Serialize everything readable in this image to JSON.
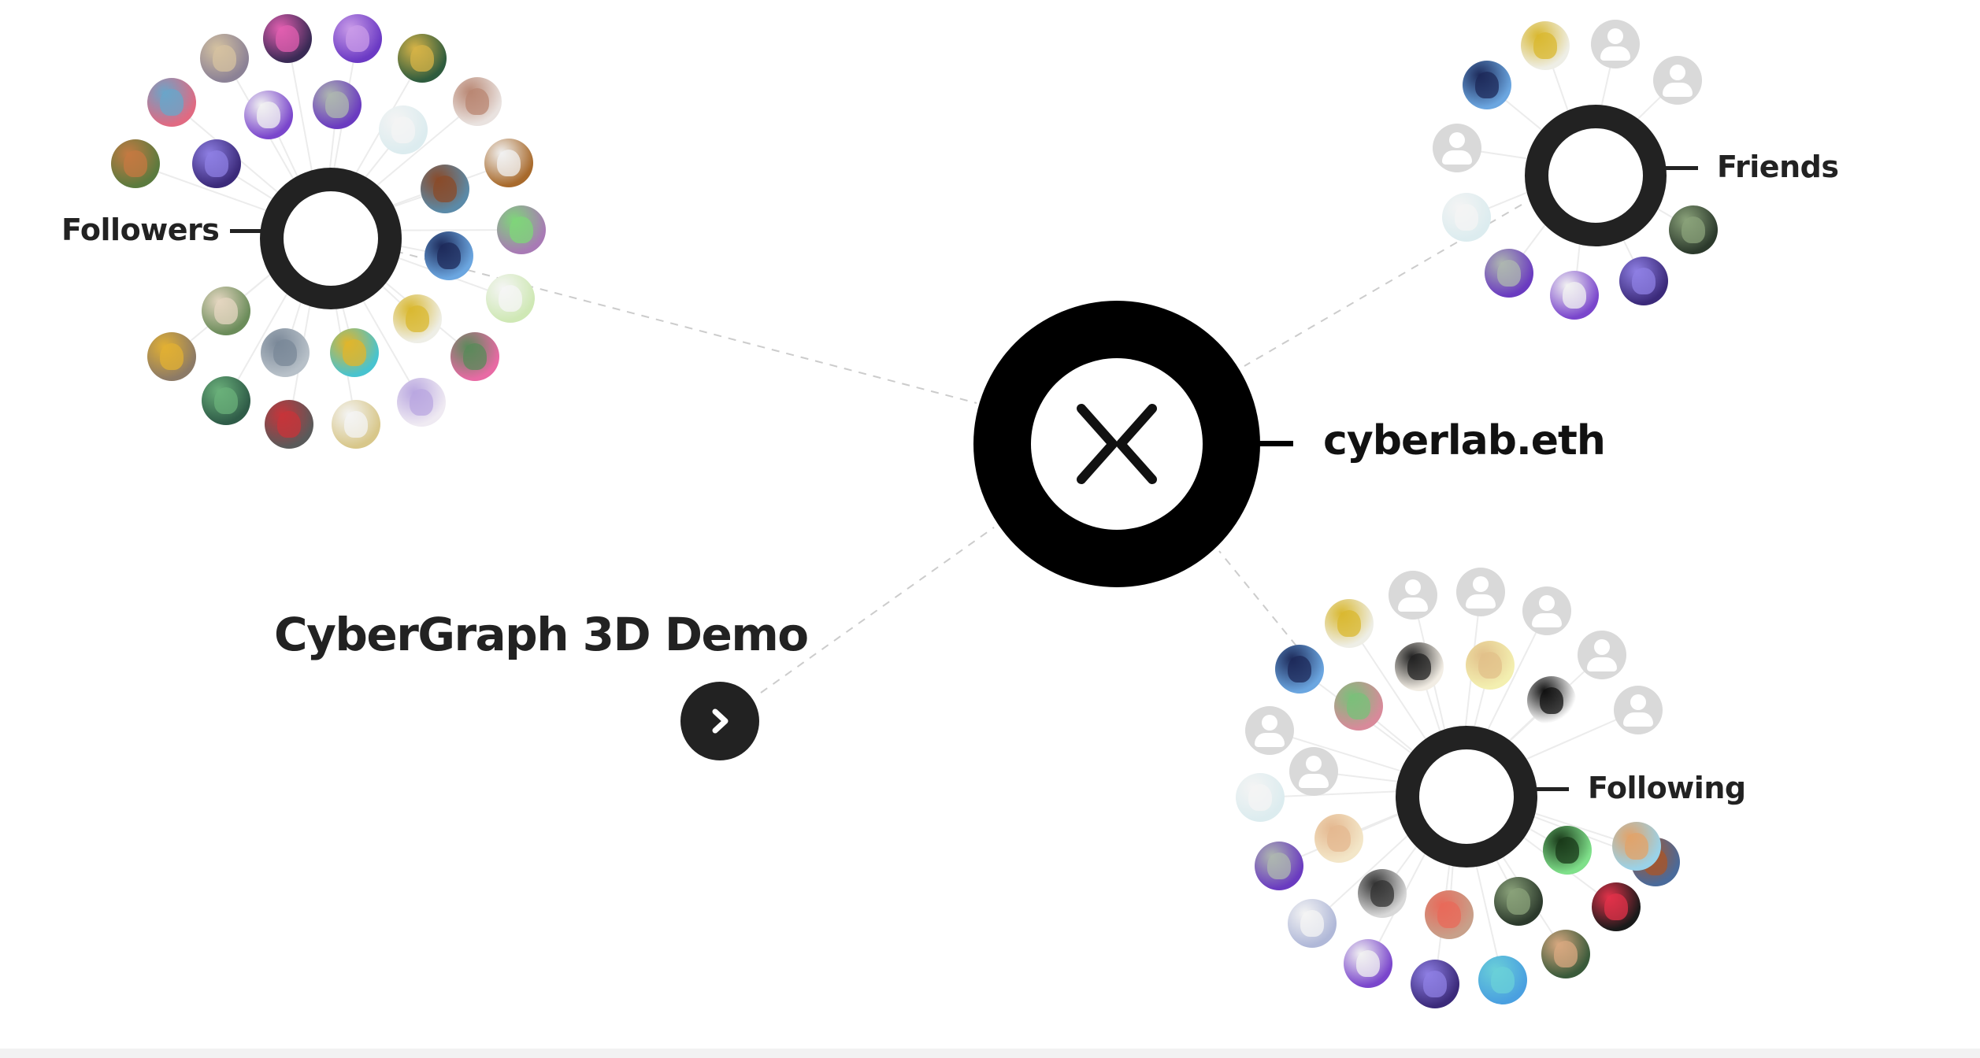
{
  "center": {
    "label": "cyberlab.eth",
    "logo_icon": "cyberconnect-logo-icon"
  },
  "demo": {
    "title": "CyberGraph 3D Demo",
    "button_icon": "chevron-right-icon"
  },
  "groups": [
    {
      "id": "followers",
      "label": "Followers",
      "avatars": [
        {
          "kind": "image",
          "bg": "#3a2a55",
          "accent": "#e25fb0"
        },
        {
          "kind": "image",
          "bg": "#6b3ac4",
          "accent": "#c99be8"
        },
        {
          "kind": "image",
          "bg": "#8c8296",
          "accent": "#d5c2a0"
        },
        {
          "kind": "image",
          "bg": "#2f5c3e",
          "accent": "#d6b347"
        },
        {
          "kind": "image",
          "bg": "#e9e2df",
          "accent": "#b98773"
        },
        {
          "kind": "image",
          "bg": "#e06a82",
          "accent": "#6aa5c9"
        },
        {
          "kind": "image",
          "bg": "#7a46cc",
          "accent": "#f2f2f2"
        },
        {
          "kind": "image",
          "bg": "#6a3bc0",
          "accent": "#aeb7b0"
        },
        {
          "kind": "image",
          "bg": "#dcecef",
          "accent": "#f4f4f4"
        },
        {
          "kind": "image",
          "bg": "#a86a2c",
          "accent": "#f1f1f1"
        },
        {
          "kind": "image",
          "bg": "#5b7a3e",
          "accent": "#c47a42"
        },
        {
          "kind": "image",
          "bg": "#3b2a7a",
          "accent": "#8e7fe3"
        },
        {
          "kind": "image",
          "bg": "#5b8aa8",
          "accent": "#8a4b2a"
        },
        {
          "kind": "image",
          "bg": "#a87ab5",
          "accent": "#7fd57a"
        },
        {
          "kind": "image",
          "bg": "#6ba6e0",
          "accent": "#1d2a5a"
        },
        {
          "kind": "image",
          "bg": "#cfe8b5",
          "accent": "#f5f5f5"
        },
        {
          "kind": "image",
          "bg": "#6b8c5a",
          "accent": "#e4d6c0"
        },
        {
          "kind": "image",
          "bg": "#eeeee6",
          "accent": "#d9b830"
        },
        {
          "kind": "image",
          "bg": "#b7c0c8",
          "accent": "#7a8898"
        },
        {
          "kind": "image",
          "bg": "#48c3cf",
          "accent": "#e0b52c"
        },
        {
          "kind": "image",
          "bg": "#e86aa4",
          "accent": "#5a8a5a"
        },
        {
          "kind": "image",
          "bg": "#8c7a66",
          "accent": "#e2b033"
        },
        {
          "kind": "image",
          "bg": "#2f5c48",
          "accent": "#6ab07a"
        },
        {
          "kind": "image",
          "bg": "#5a5a5a",
          "accent": "#c7343a"
        },
        {
          "kind": "image",
          "bg": "#d8c78a",
          "accent": "#f4f4f4"
        },
        {
          "kind": "image",
          "bg": "#efeaf2",
          "accent": "#b9a7e0"
        }
      ]
    },
    {
      "id": "friends",
      "label": "Friends",
      "avatars": [
        {
          "kind": "image",
          "bg": "#eeeee6",
          "accent": "#d9b830"
        },
        {
          "kind": "placeholder"
        },
        {
          "kind": "placeholder"
        },
        {
          "kind": "image",
          "bg": "#6ba6e0",
          "accent": "#1d2a5a"
        },
        {
          "kind": "placeholder"
        },
        {
          "kind": "image",
          "bg": "#dcecef",
          "accent": "#f4f4f4"
        },
        {
          "kind": "image",
          "bg": "#2c3a2c",
          "accent": "#8aa27a"
        },
        {
          "kind": "image",
          "bg": "#6a3bc0",
          "accent": "#aeb7b0"
        },
        {
          "kind": "image",
          "bg": "#7a46cc",
          "accent": "#f2f2f2"
        },
        {
          "kind": "image",
          "bg": "#3b2a7a",
          "accent": "#8e7fe3"
        }
      ]
    },
    {
      "id": "following",
      "label": "Following",
      "avatars": [
        {
          "kind": "image",
          "bg": "#eeeee6",
          "accent": "#d9b830"
        },
        {
          "kind": "placeholder"
        },
        {
          "kind": "placeholder"
        },
        {
          "kind": "placeholder"
        },
        {
          "kind": "image",
          "bg": "#6ba6e0",
          "accent": "#1d2a5a"
        },
        {
          "kind": "image",
          "bg": "#f2ede4",
          "accent": "#222222"
        },
        {
          "kind": "image",
          "bg": "#f3efb0",
          "accent": "#e2c08a"
        },
        {
          "kind": "placeholder"
        },
        {
          "kind": "image",
          "bg": "#d88a9a",
          "accent": "#7ac07a"
        },
        {
          "kind": "image",
          "bg": "#ffffff",
          "accent": "#111111"
        },
        {
          "kind": "placeholder"
        },
        {
          "kind": "placeholder"
        },
        {
          "kind": "placeholder"
        },
        {
          "kind": "image",
          "bg": "#4a6a9a",
          "accent": "#a8562a"
        },
        {
          "kind": "image",
          "bg": "#dcecef",
          "accent": "#f4f4f4"
        },
        {
          "kind": "image",
          "bg": "#f3e6c8",
          "accent": "#e4b890"
        },
        {
          "kind": "image",
          "bg": "#7fe08a",
          "accent": "#1a3a1a"
        },
        {
          "kind": "image",
          "bg": "#9ad2e8",
          "accent": "#e2a36a"
        },
        {
          "kind": "image",
          "bg": "#6a3bc0",
          "accent": "#aeb7b0"
        },
        {
          "kind": "image",
          "bg": "#d8d8d8",
          "accent": "#333333"
        },
        {
          "kind": "image",
          "bg": "#c8a08a",
          "accent": "#e86a5a"
        },
        {
          "kind": "image",
          "bg": "#2c3a2c",
          "accent": "#8aa27a"
        },
        {
          "kind": "image",
          "bg": "#1a1a1a",
          "accent": "#e2324a"
        },
        {
          "kind": "image",
          "bg": "#b0b8d8",
          "accent": "#f4f4f4"
        },
        {
          "kind": "image",
          "bg": "#7a46cc",
          "accent": "#f2f2f2"
        },
        {
          "kind": "image",
          "bg": "#3b2a7a",
          "accent": "#8e7fe3"
        },
        {
          "kind": "image",
          "bg": "#4aa0e0",
          "accent": "#6ad0d8"
        },
        {
          "kind": "image",
          "bg": "#3a5a3a",
          "accent": "#d8a880"
        }
      ]
    }
  ]
}
